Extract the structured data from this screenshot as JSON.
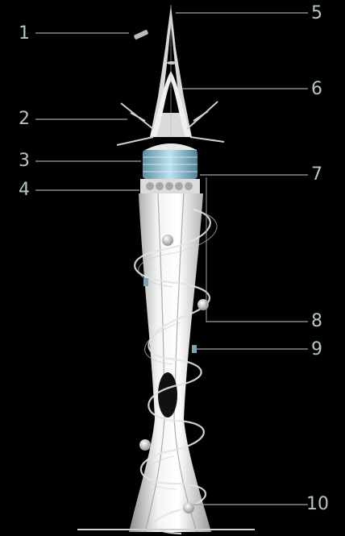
{
  "callouts": [
    {
      "id": "1",
      "label": "1"
    },
    {
      "id": "2",
      "label": "2"
    },
    {
      "id": "3",
      "label": "3"
    },
    {
      "id": "4",
      "label": "4"
    },
    {
      "id": "5",
      "label": "5"
    },
    {
      "id": "6",
      "label": "6"
    },
    {
      "id": "7",
      "label": "7"
    },
    {
      "id": "8",
      "label": "8"
    },
    {
      "id": "9",
      "label": "9"
    },
    {
      "id": "10",
      "label": "10"
    }
  ],
  "colors": {
    "background": "#000000",
    "structure": "#e6e6e6",
    "glass_band": "#7fb9cf",
    "leader_lines": "#9aa6a3",
    "callout_text": "#b4c7c2"
  }
}
